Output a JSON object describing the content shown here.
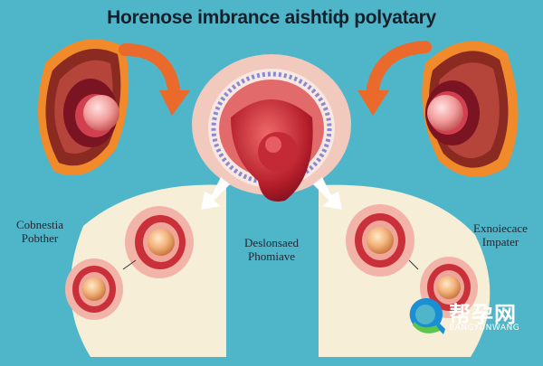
{
  "title": "Horenose imbrance aishtiф polyatary",
  "labels": {
    "left": [
      "Cobnestia",
      "Pobther"
    ],
    "center": [
      "Deslonsaed",
      "Phomiave"
    ],
    "right": [
      "Exnoiecace",
      "Impater"
    ]
  },
  "watermark": {
    "text_cn": "帮孕网",
    "text_en": "BANGYUNWANG",
    "icon": "magnifier-q-logo-icon"
  },
  "colors": {
    "background": "#4fb6c9",
    "panel": "#f7eed8",
    "tissue": "#c93a3a",
    "capsule_orange": "#f08a2a",
    "arrow": "#e96a2a",
    "follicle": "#f2b27a"
  }
}
